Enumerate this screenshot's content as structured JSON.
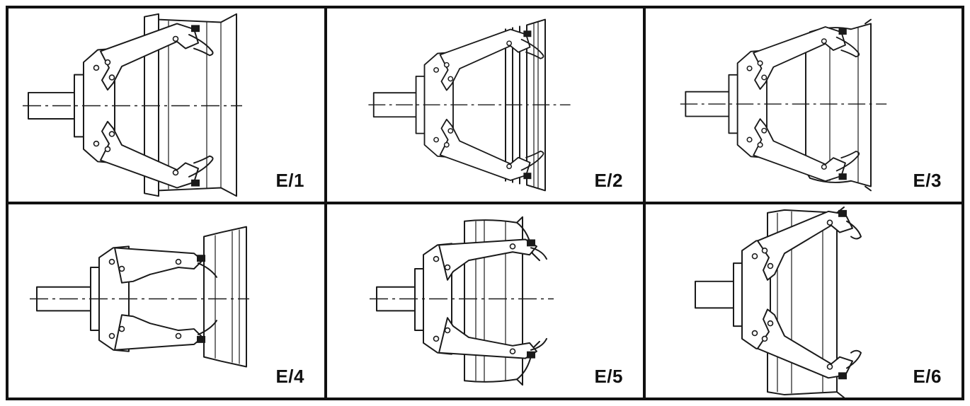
{
  "panels": [
    {
      "id": "E1",
      "label": "E/1"
    },
    {
      "id": "E2",
      "label": "E/2"
    },
    {
      "id": "E3",
      "label": "E/3"
    },
    {
      "id": "E4",
      "label": "E/4"
    },
    {
      "id": "E5",
      "label": "E/5"
    },
    {
      "id": "E6",
      "label": "E/6"
    }
  ],
  "colors": {
    "line": "#1a1a1a",
    "background": "#ffffff",
    "border": "#111111"
  }
}
